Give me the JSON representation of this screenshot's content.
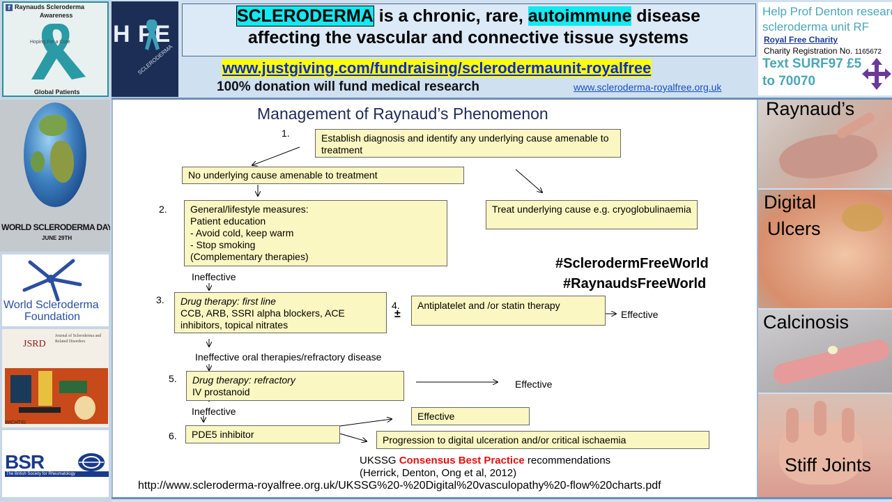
{
  "header": {
    "headline_word1": "SCLERODERMA",
    "headline_mid1": " is a chronic, rare, ",
    "headline_word2": "autoimmune",
    "headline_mid2": " disease",
    "headline_line2": "affecting the vascular and connective tissue systems",
    "justgiving_link": "www.justgiving.com/fundraising/sclerodermaunit-royalfree",
    "donation_text": "100% donation will  fund medical research",
    "site_link": "www.scleroderma-royalfree.org.uk"
  },
  "help_panel": {
    "line1": "Help Prof Denton research",
    "line2": "scleroderma unit RF",
    "charity_name": "Royal Free Charity",
    "registration_label": "Charity Registration  No.",
    "registration_number": "1165672",
    "text_line1": "Text SURF97 £5",
    "text_line2": "to 70070"
  },
  "left_column": {
    "awareness_title_line1": "Raynauds Scleroderma",
    "awareness_title_line2": "Awareness",
    "awareness_tagline": "Hoping For a Cure",
    "awareness_footer": "Global Patients",
    "hope_text": "H PE",
    "hope_small": "SCLERODERMA",
    "world_day_title": "WORLD SCLERODERMA DAY",
    "world_day_date": "JUNE 29TH",
    "wsf_line1": "World Scleroderma",
    "wsf_line2": "Foundation",
    "jsrd_abbrev": "JSRD",
    "jsrd_title": "Journal of Scleroderma and Related Disorders",
    "jsrd_publisher": "WICHTIG",
    "bsr_abbrev": "BSR",
    "bsr_full": "The British Society for Rheumatology"
  },
  "flowchart": {
    "title": "Management of Raynaud’s Phenomenon",
    "step1_num": "1.",
    "step1_text": "Establish diagnosis and identify any underlying cause amenable to treatment",
    "no_cause": "No underlying cause amenable to treatment",
    "treat_cause": "Treat underlying cause e.g. cryoglobulinaemia",
    "step2_num": "2.",
    "step2_lines": [
      "General/lifestyle measures:",
      "Patient education",
      "- Avoid cold, keep warm",
      "- Stop smoking",
      "(Complementary therapies)"
    ],
    "ineffective1": "Ineffective",
    "step3_num": "3.",
    "step3_heading": "Drug therapy: first line",
    "step3_text": "CCB, ARB, SSRI alpha blockers, ACE inhibitors, topical nitrates",
    "step4_num": "4.",
    "step4_pm": "±",
    "step4_text": "Antiplatelet and /or statin therapy",
    "effective_step4": "Effective",
    "ineffective_refractory": "Ineffective oral therapies/refractory disease",
    "step5_num": "5.",
    "step5_heading": "Drug therapy: refractory",
    "step5_text": "IV prostanoid",
    "effective_step5": "Effective",
    "ineffective2": "Ineffective",
    "step6_num": "6.",
    "step6_text": "PDE5 inhibitor",
    "effective_step6": "Effective",
    "progression": "Progression to digital ulceration and/or critical ischaemia",
    "hashtag1": "#SclerodermFreeWorld",
    "hashtag2": "#RaynaudsFreeWorld",
    "ukssg_prefix": "UKSSG ",
    "ukssg_highlight": "Consensus Best Practice",
    "ukssg_suffix": " recommendations",
    "citation": "(Herrick, Denton, Ong et al, 2012)",
    "source_url": "http://www.scleroderma-royalfree.org.uk/UKSSG%20-%20Digital%20vasculopathy%20-flow%20charts.pdf"
  },
  "photos": {
    "raynauds": "Raynaud’s",
    "digital_ulcers_line1": "Digital",
    "digital_ulcers_line2": "Ulcers",
    "calcinosis": "Calcinosis",
    "stiff_joints": "Stiff Joints"
  },
  "colors": {
    "highlight_cyan": "#14e8f0",
    "link_blue": "#0a2bd0",
    "box_fill": "#fbf7c2",
    "ribbon_teal": "#2a9aa5",
    "consensus_red": "#e01010"
  }
}
